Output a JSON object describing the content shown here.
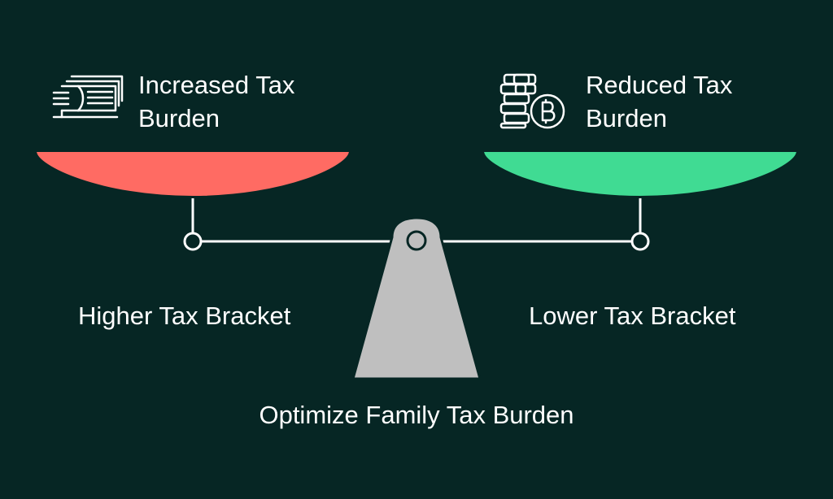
{
  "left": {
    "title_line1": "Increased Tax",
    "title_line2": "Burden",
    "bottom_label": "Higher Tax Bracket",
    "pan_color": "#ff6b63",
    "icon": "money-stack-icon"
  },
  "right": {
    "title_line1": "Reduced Tax",
    "title_line2": "Burden",
    "bottom_label": "Lower Tax Bracket",
    "pan_color": "#40db93",
    "icon": "bitcoin-coins-icon"
  },
  "center": {
    "label": "Optimize Family Tax Burden",
    "fulcrum_color": "#bfbfbf"
  },
  "colors": {
    "background": "#062624",
    "line": "#ffffff"
  }
}
